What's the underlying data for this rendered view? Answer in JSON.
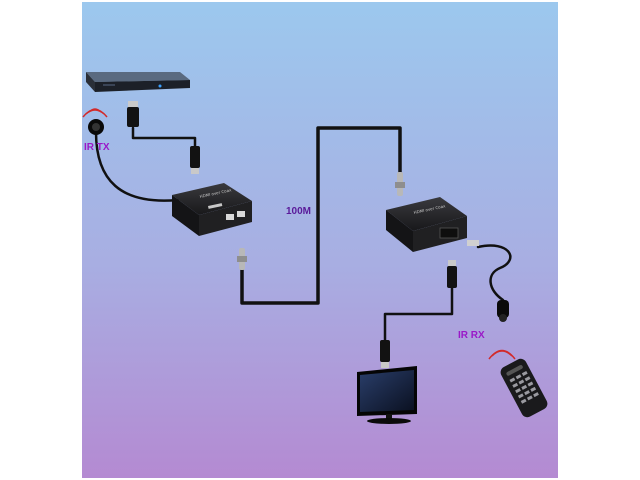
{
  "labels": {
    "ir_tx": "IR TX",
    "ir_rx": "IR RX",
    "cable_length": "100M"
  },
  "colors": {
    "bg_top": "#9cc8ee",
    "bg_bottom": "#b48ad2",
    "label": "#9a18c8",
    "device": "#1e1e20",
    "cable": "#111111"
  }
}
